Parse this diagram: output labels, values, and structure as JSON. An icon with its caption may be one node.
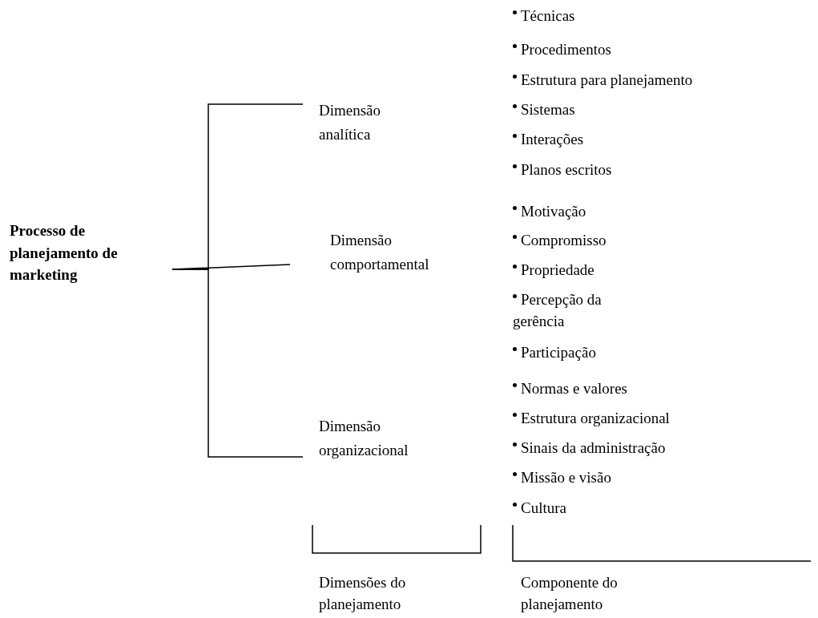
{
  "diagram": {
    "nodes": [
      {
        "text": [
          "Processo de planejamento de marketing"
        ]
      },
      {
        "text": [
          "Dimensão analítica"
        ]
      },
      {
        "text": [
          "Dimensão comportamental"
        ]
      },
      {
        "text": [
          "Dimensão organizacional"
        ]
      }
    ],
    "edges": [
      {
        "from": 0,
        "to": 1,
        "arrow": "none"
      },
      {
        "from": 0,
        "to": 2,
        "arrow": "none"
      },
      {
        "from": 0,
        "to": 3,
        "arrow": "none"
      }
    ],
    "labels": [
      "Técnicas",
      "Procedimentos",
      "Estrutura para planejamento",
      "Sistemas",
      "Interações",
      "Planos escritos",
      "Motivação",
      "Compromisso",
      "Propriedade",
      "Percepção da gerência",
      "Participação",
      "Normas e valores",
      "Estrutura organizacional",
      "Sinais da administração",
      "Missão e visão",
      "Cultura",
      "Dimensões do planejamento",
      "Componente do planejamento"
    ]
  }
}
